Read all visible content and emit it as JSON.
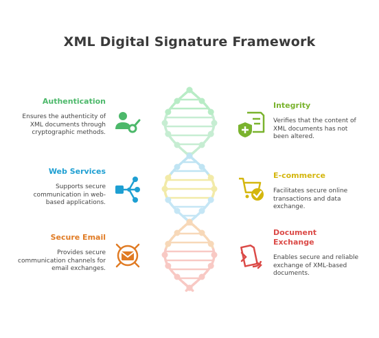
{
  "title": "XML Digital Signature Framework",
  "items": [
    {
      "heading": "Authentication",
      "description": "Ensures the authenticity of XML documents through cryptographic methods.",
      "color": "#4cb86a",
      "icon": "user-key-icon"
    },
    {
      "heading": "Integrity",
      "description": "Verifies that the content of XML documents has not been altered.",
      "color": "#7ab32e",
      "icon": "shield-document-icon"
    },
    {
      "heading": "Web Services",
      "description": "Supports secure communication in web-based applications.",
      "color": "#1e9fd2",
      "icon": "network-hub-icon"
    },
    {
      "heading": "E-commerce",
      "description": "Facilitates secure online transactions and data exchange.",
      "color": "#d4b60e",
      "icon": "cart-check-icon"
    },
    {
      "heading": "Secure Email",
      "description": "Provides secure communication channels for email exchanges.",
      "color": "#e07b24",
      "icon": "envelope-icon"
    },
    {
      "heading": "Document Exchange",
      "description": "Enables secure and reliable exchange of XML-based documents.",
      "color": "#db4a47",
      "icon": "document-exchange-icon"
    }
  ]
}
